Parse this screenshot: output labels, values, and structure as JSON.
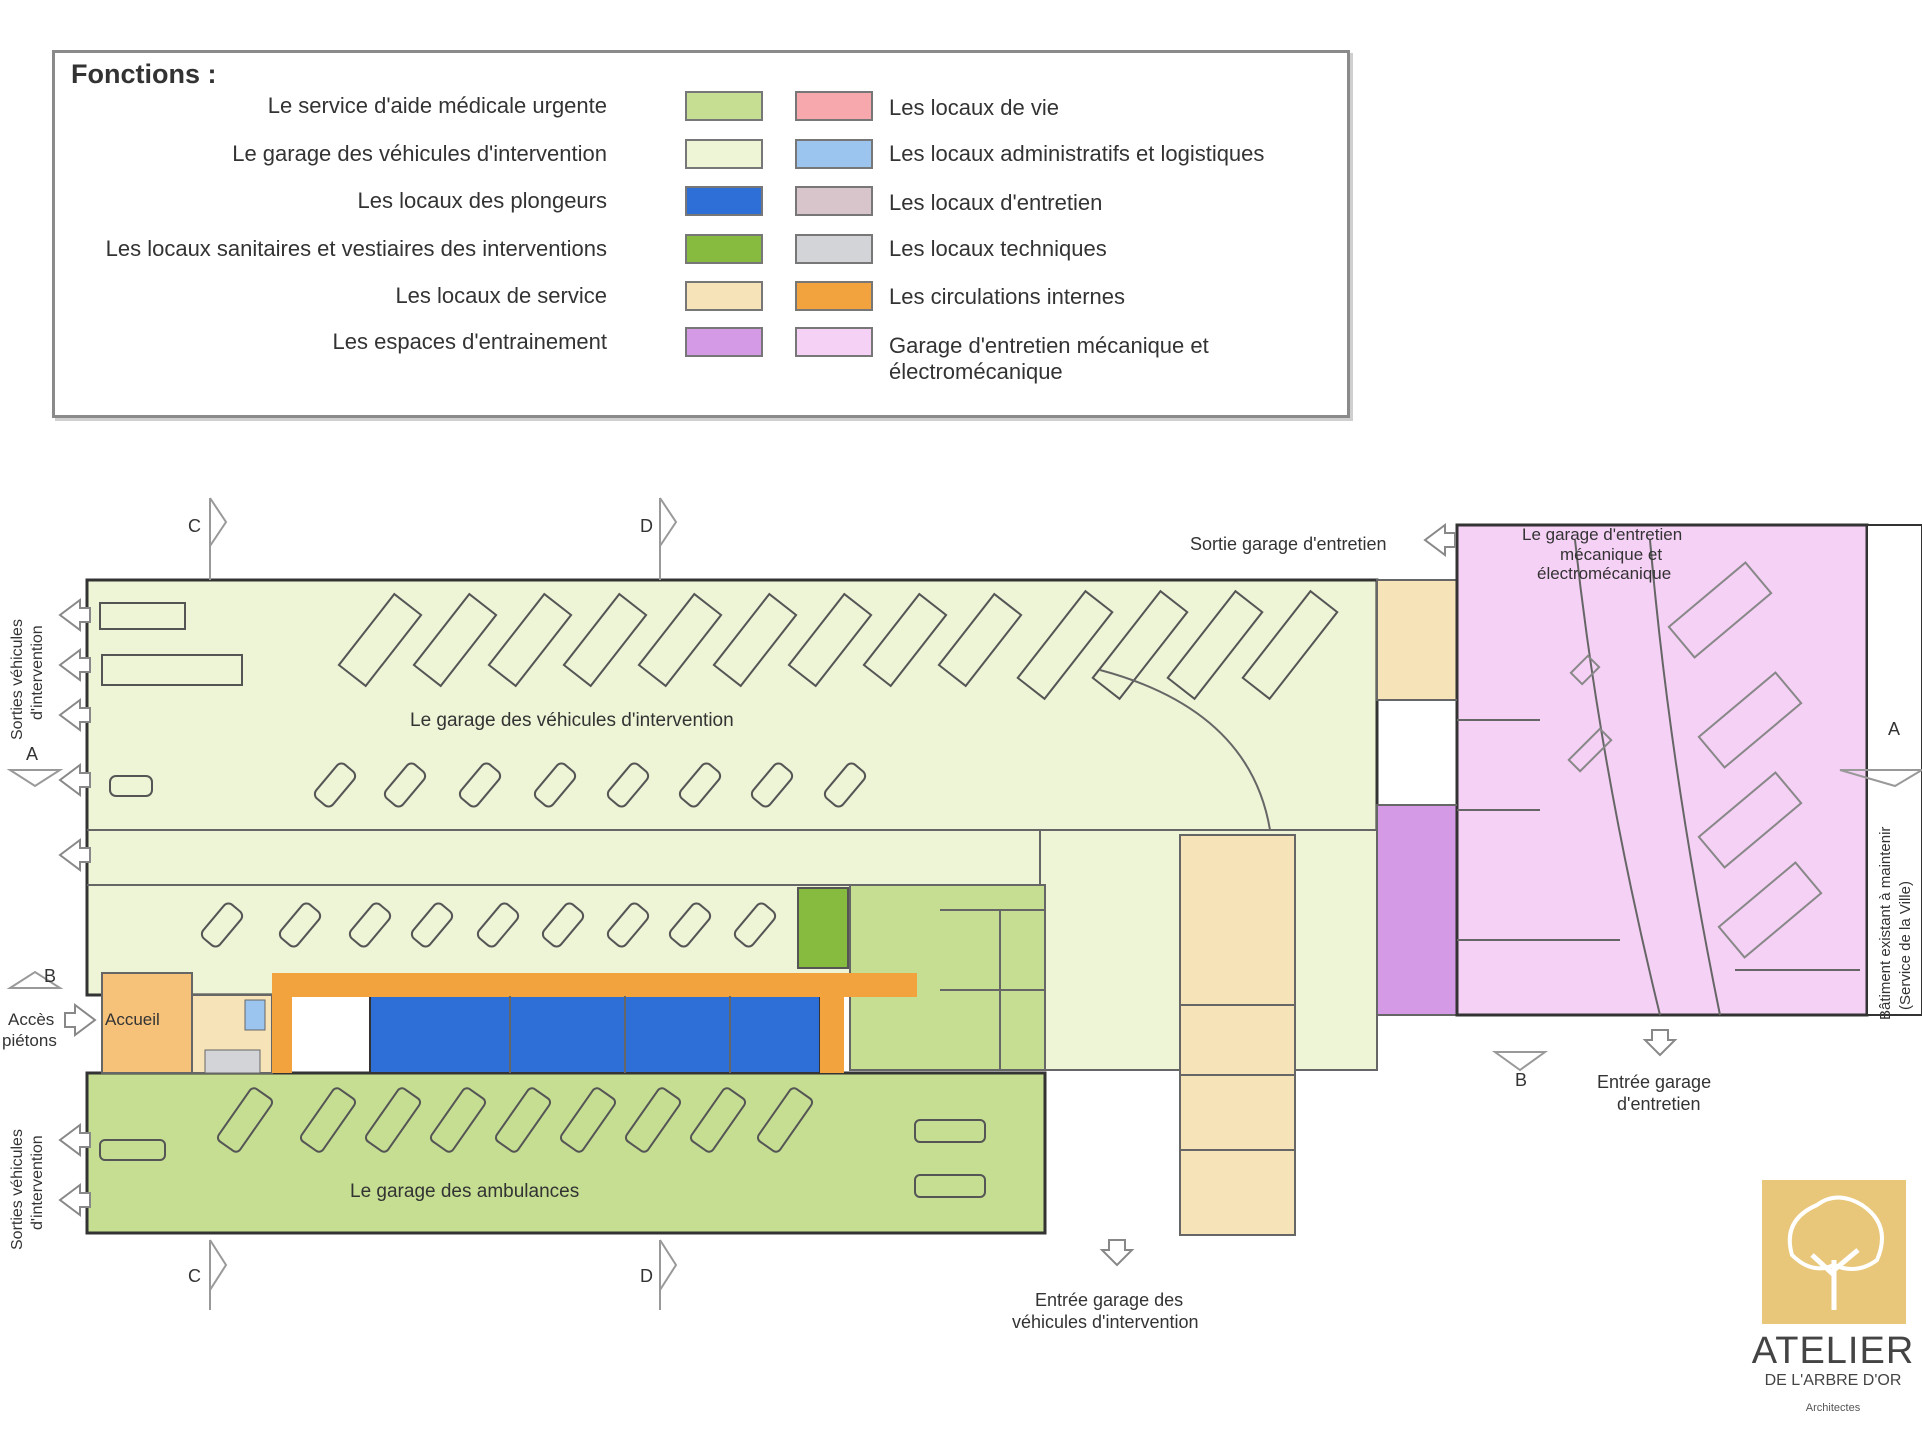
{
  "legend": {
    "title": "Fonctions :",
    "left": [
      {
        "label": "Le service d'aide médicale urgente",
        "color": "#c5de92"
      },
      {
        "label": "Le garage des véhicules d'intervention",
        "color": "#eef4d6"
      },
      {
        "label": "Les locaux des plongeurs",
        "color": "#2d6fd6"
      },
      {
        "label": "Les locaux sanitaires et vestiaires des interventions",
        "color": "#86bb3f"
      },
      {
        "label": "Les locaux de service",
        "color": "#f6e3b8"
      },
      {
        "label": "Les espaces d'entrainement",
        "color": "#d49ae6"
      }
    ],
    "right": [
      {
        "label": "Les locaux de vie",
        "color": "#f6a8ad"
      },
      {
        "label": "Les locaux administratifs et logistiques",
        "color": "#9bc4ef"
      },
      {
        "label": "Les locaux d'entretien",
        "color": "#d8c5cc"
      },
      {
        "label": "Les locaux techniques",
        "color": "#d2d4d8"
      },
      {
        "label": "Les circulations internes",
        "color": "#f2a33e"
      },
      {
        "label": "Garage d'entretien mécanique et électromécanique",
        "color": "#f6d1f6"
      }
    ]
  },
  "plan": {
    "labels": {
      "garage_intervention": "Le garage des véhicules d'intervention",
      "garage_ambulances": "Le garage des ambulances",
      "garage_entretien": [
        "Le garage d'entretien",
        "mécanique et",
        "électromécanique"
      ],
      "sortie_garage_entretien": "Sortie garage d'entretien",
      "sorties_top": [
        "Sorties véhicules",
        "d'intervention"
      ],
      "sorties_bottom": [
        "Sorties véhicules",
        "d'intervention"
      ],
      "acces_pietons": [
        "Accès",
        "piétons"
      ],
      "accueil": "Accueil",
      "batiment_existant": [
        "Bâtiment existant à maintenir",
        "(Service de la Ville)"
      ],
      "entree_garage_entretien": [
        "Entrée garage",
        "d'entretien"
      ],
      "entree_garage_vehicules": [
        "Entrée garage des",
        "véhicules d'intervention"
      ]
    },
    "section_markers": {
      "c": "C",
      "d": "D",
      "a": "A",
      "b": "B"
    }
  },
  "logo": {
    "name": "ATELIER",
    "subtitle": "DE L'ARBRE D'OR",
    "tagline": "Architectes"
  }
}
